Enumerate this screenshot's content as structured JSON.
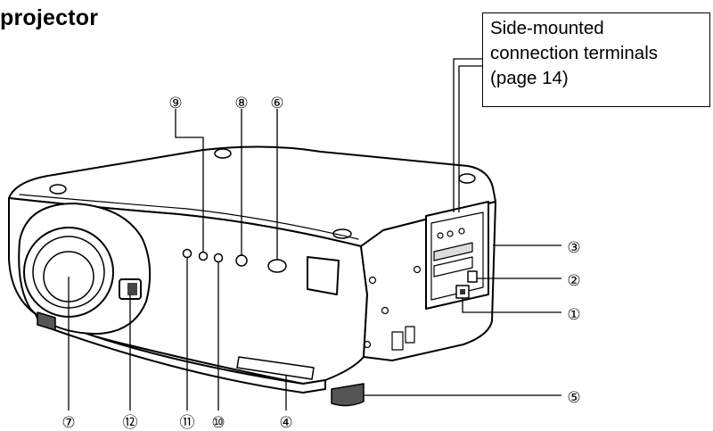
{
  "title": "projector",
  "callout": {
    "lines": [
      "Side-mounted",
      "connection terminals",
      "(page 14)"
    ]
  },
  "callouts": [
    {
      "id": "1",
      "glyph": "①"
    },
    {
      "id": "2",
      "glyph": "②"
    },
    {
      "id": "3",
      "glyph": "③"
    },
    {
      "id": "4",
      "glyph": "④"
    },
    {
      "id": "5",
      "glyph": "⑤"
    },
    {
      "id": "6",
      "glyph": "⑥"
    },
    {
      "id": "7",
      "glyph": "⑦"
    },
    {
      "id": "8",
      "glyph": "⑧"
    },
    {
      "id": "9",
      "glyph": "⑨"
    },
    {
      "id": "10",
      "glyph": "⑩"
    },
    {
      "id": "11",
      "glyph": "⑪"
    },
    {
      "id": "12",
      "glyph": "⑫"
    }
  ],
  "colors": {
    "line": "#000000",
    "body": "#ffffff",
    "shade": "#d9d9d9"
  }
}
